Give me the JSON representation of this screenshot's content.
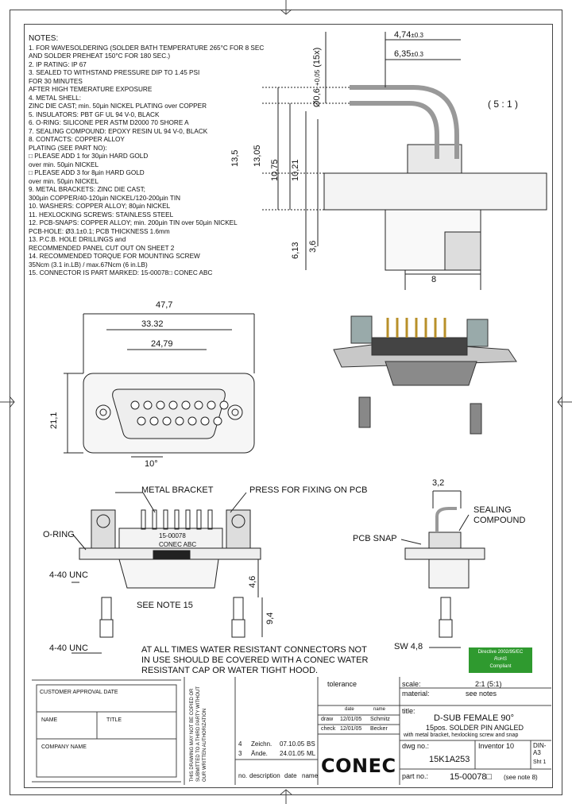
{
  "notes": {
    "title": "NOTES:",
    "lines": [
      "1. FOR WAVESOLDERING (SOLDER BATH TEMPERATURE 265°C FOR 8 SEC",
      "    AND SOLDER PREHEAT 150°C FOR 180 SEC.)",
      "2. IP RATING: IP 67",
      "3. SEALED TO WITHSTAND PRESSURE DIP TO 1.45 PSI",
      "    FOR 30 MINUTES",
      "    AFTER HIGH TEMERATURE EXPOSURE",
      "4. METAL SHELL:",
      "    ZINC DIE CAST; min. 50µin NICKEL PLATING over COPPER",
      "5. INSULATORS: PBT GF UL 94 V-0, BLACK",
      "6. O-RING: SILICONE PER ASTM D2000 70 SHORE A",
      "7. SEALING COMPOUND: EPOXY RESIN UL 94 V-0, BLACK",
      "8. CONTACTS: COPPER ALLOY",
      "    PLATING (SEE PART NO):",
      "    □ PLEASE ADD 1 for 30µin HARD GOLD",
      "       over min. 50µin NICKEL",
      "    □ PLEASE ADD 3 for 8µin HARD GOLD",
      "       over min. 50µin NICKEL",
      "9. METAL BRACKETS: ZINC DIE CAST;",
      "    300µin COPPER/40-120µin NICKEL/120-200µin TIN",
      "10. WASHERS: COPPER ALLOY; 80µin NICKEL",
      "11. HEXLOCKING SCREWS: STAINLESS STEEL",
      "12. PCB-SNAPS: COPPER ALLOY; min. 200µin TIN over 50µin NICKEL",
      "     PCB-HOLE: Ø3.1±0.1; PCB THICKNESS 1.6mm",
      "13. P.C.B. HOLE DRILLINGS and",
      "     RECOMMENDED PANEL CUT OUT ON SHEET 2",
      "14. RECOMMENDED TORQUE FOR MOUNTING SCREW",
      "     35Ncm (3.1 in.LB) / max.67Ncm (6 in.LB)",
      "15. CONNECTOR IS PART MARKED: 15-00078□ CONEC ABC"
    ]
  },
  "dims": {
    "d474": "4,74",
    "d635": "6,35",
    "tol_03": "±0.3",
    "scale": "( 5 : 1 )",
    "d135": "13,5",
    "d1305": "13,05",
    "d1075": "10,75",
    "d1021": "10,21",
    "d613": "6,13",
    "d36": "3,6",
    "d06": "Ø0,6",
    "d06_tol": "+0,05",
    "d06_count": "(15x)",
    "d8": "8",
    "d477": "47,7",
    "d3332": "33.32",
    "d2479": "24,79",
    "d211": "21,1",
    "d10deg": "10°",
    "d32": "3,2",
    "d46": "4,6",
    "d94": "9,4",
    "sw": "SW 4,8"
  },
  "callouts": {
    "metal_bracket": "METAL BRACKET",
    "press": "PRESS  FOR FIXING ON PCB",
    "oring": "O-RING",
    "unc1": "4-40 UNC",
    "unc2": "4-40 UNC",
    "see_note": "SEE NOTE 15",
    "sealing": "SEALING",
    "compound": "COMPOUND",
    "pcb_snap": "PCB SNAP",
    "marking1": "15-00078",
    "marking2": "CONEC ABC",
    "warning1": "AT ALL TIMES WATER RESISTANT CONNECTORS NOT",
    "warning2": "IN USE SHOULD BE COVERED WITH A CONEC WATER",
    "warning3": "RESISTANT CAP OR WATER TIGHT HOOD."
  },
  "rohs": {
    "line1": "Directive 2002/95/EC",
    "line2": "RoHS",
    "line3": "Compliant"
  },
  "titleblock": {
    "customer_approval": "CUSTOMER APPROVAL DATE",
    "name": "NAME",
    "title": "TITLE",
    "company": "COMPANY NAME",
    "tolerance": "tolerance",
    "scale_label": "scale:",
    "scale_value": "2:1 (5:1)",
    "material_label": "material:",
    "material_value": "see notes",
    "title_label": "title:",
    "title_main": "D-SUB FEMALE 90°",
    "title_sub1": "15pos. SOLDER PIN ANGLED",
    "title_sub2": "with metal bracket, hexlocking screw and snap",
    "dwg_label": "dwg no.:",
    "dwg_value": "15K1A253",
    "inventor": "Inventor 10",
    "din": "DIN-A3",
    "sheet": "Sht 1",
    "part_label": "part no.:",
    "part_value": "15-00078□",
    "part_note": "(see note 8)",
    "date_col": "date",
    "name_col": "name",
    "draw": "draw",
    "check": "check",
    "draw_date": "12/01/05",
    "draw_name": "Schmitz",
    "check_date": "12/01/05",
    "check_name": "Becker",
    "rev_no": "no.",
    "rev_desc": "description",
    "rev_date": "date",
    "rev_name": "name",
    "rev1_no": "4",
    "rev1_desc": "Zeichn.",
    "rev1_date": "07.10.05",
    "rev1_name": "BS",
    "rev2_no": "3",
    "rev2_desc": "Ände.",
    "rev2_date": "24.01.05",
    "rev2_name": "ML",
    "copyright": "THIS DRAWING MAY NOT BE COPIED OR SUBMITTED TO A THIRD PARTY WITHOUT OUR WRITTEN AUTHORIZATION",
    "logo": "CONEC"
  }
}
